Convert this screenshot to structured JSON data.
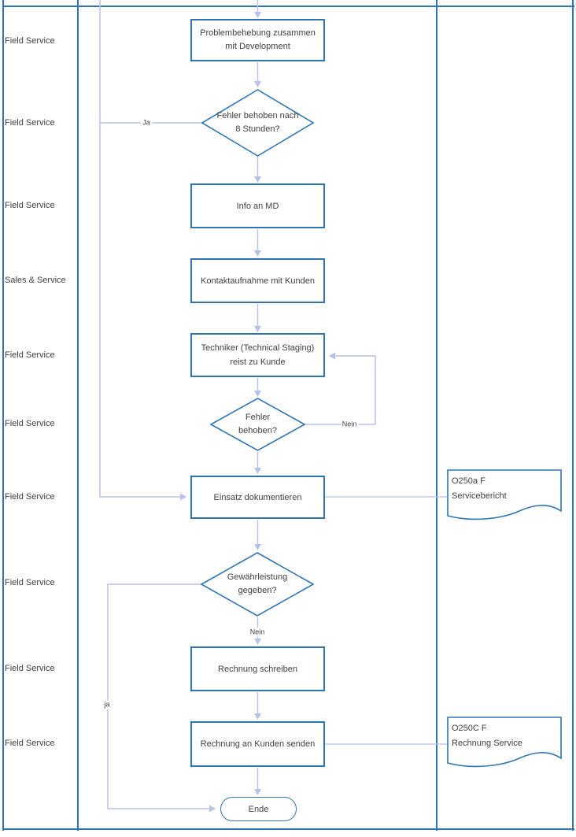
{
  "diagram": {
    "lanes": [
      {
        "label": "Field Service"
      },
      {
        "label": "Field Service"
      },
      {
        "label": "Field Service"
      },
      {
        "label": "Sales & Service"
      },
      {
        "label": "Field Service"
      },
      {
        "label": "Field Service"
      },
      {
        "label": "Field Service"
      },
      {
        "label": "Field Service"
      },
      {
        "label": "Field Service"
      },
      {
        "label": "Field Service"
      }
    ],
    "nodes": {
      "problembehebung": "Problembehebung zusammen mit Development",
      "fehler_8h": "Fehler behoben nach 8 Stunden?",
      "info_md": "Info an MD",
      "kontakt": "Kontaktaufnahme mit Kunden",
      "techniker": "Techniker (Technical Staging) reist zu Kunde",
      "fehler_behoben": "Fehler behoben?",
      "einsatz": "Einsatz dokumentieren",
      "gewaehrleistung": "Gewährleistung gegeben?",
      "rechnung_schreiben": "Rechnung schreiben",
      "rechnung_senden": "Rechnung an Kunden senden",
      "ende": "Ende"
    },
    "edge_labels": {
      "ja_top": "Ja",
      "nein_loop": "Nein",
      "nein_down": "Nein",
      "ja_bottom": "ja"
    },
    "documents": [
      {
        "code": "O250a F",
        "name": "Servicebericht"
      },
      {
        "code": "O250C F",
        "name": "Rechnung Service"
      }
    ],
    "colors": {
      "shape_border": "#2E75B6",
      "lane_line": "#2E75B6",
      "connector": "#B7C2E8",
      "text": "#3F3F3F"
    }
  }
}
